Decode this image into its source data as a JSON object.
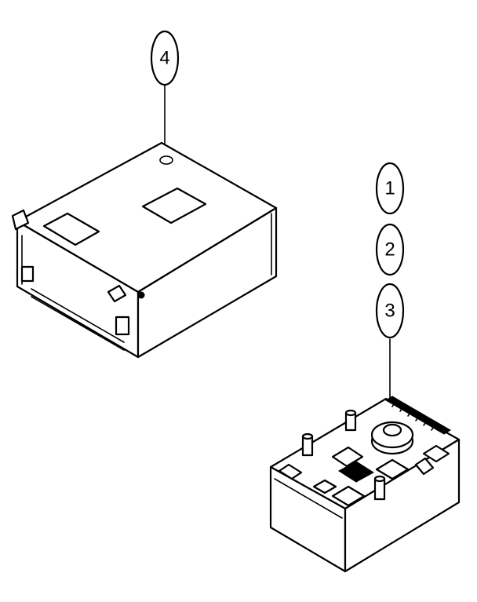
{
  "callouts": [
    {
      "id": "callout-4",
      "label": "4"
    },
    {
      "id": "callout-1",
      "label": "1"
    },
    {
      "id": "callout-2",
      "label": "2"
    },
    {
      "id": "callout-3",
      "label": "3"
    }
  ],
  "colors": {
    "line": "#000000",
    "background": "#ffffff"
  }
}
